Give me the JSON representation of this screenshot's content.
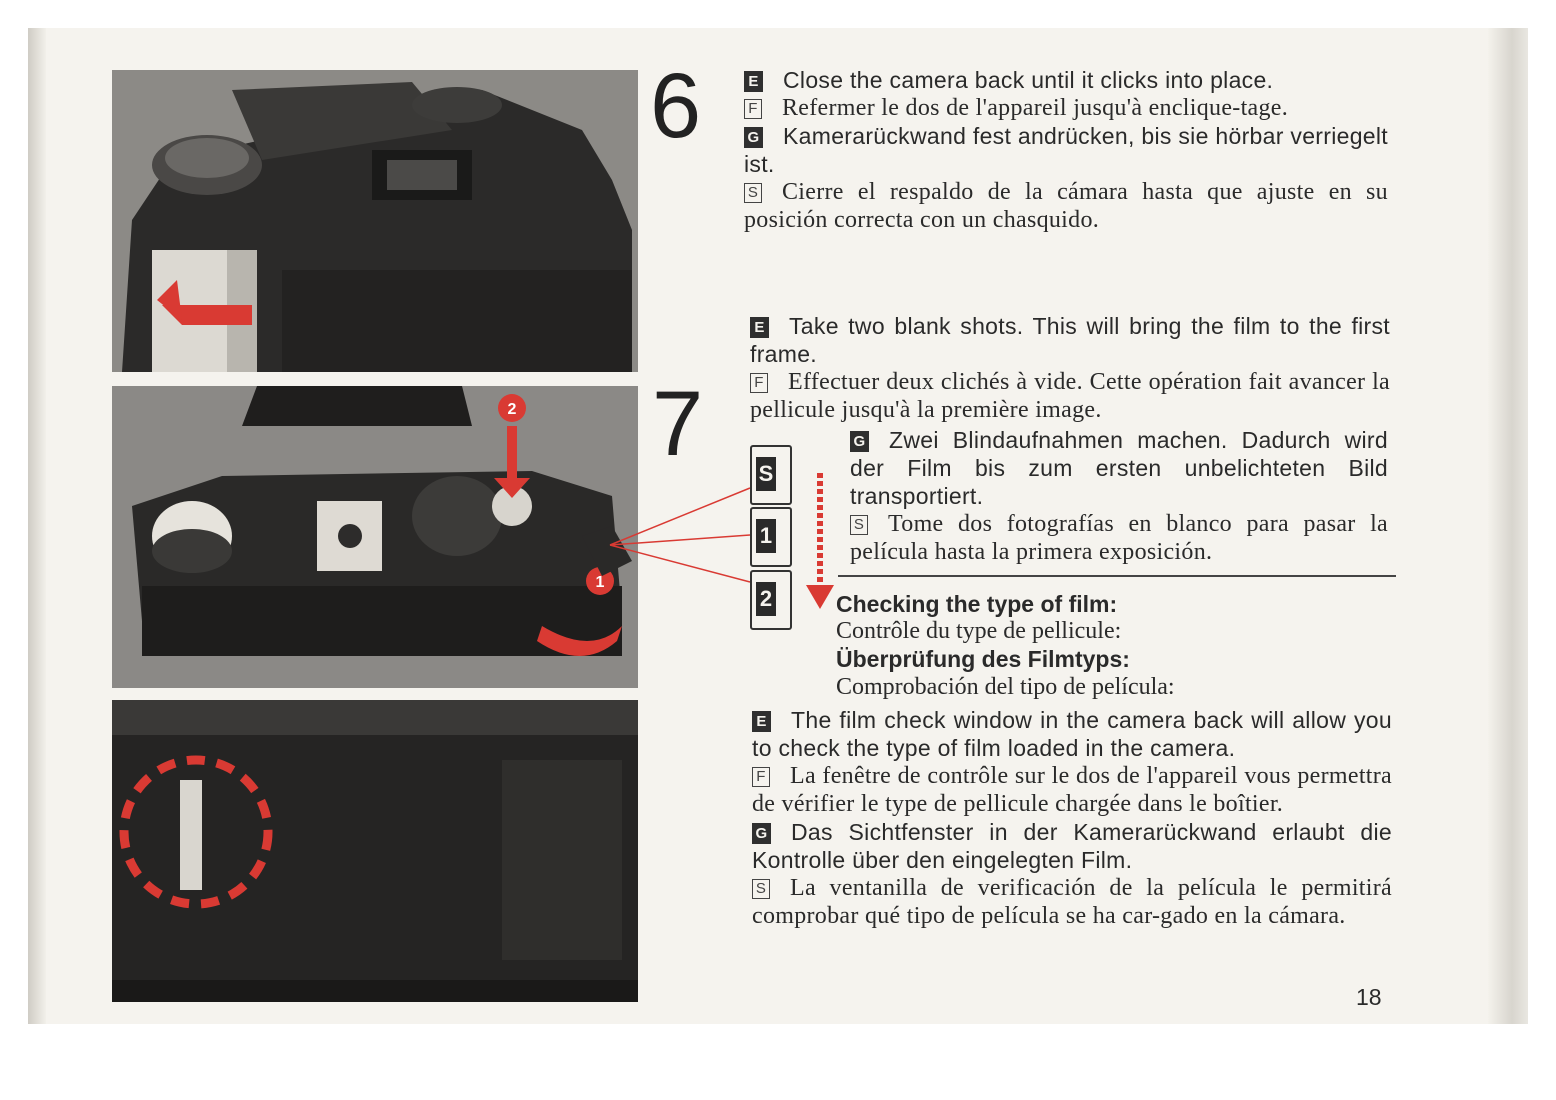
{
  "step6": {
    "number": "6",
    "e_label": "E",
    "e_text": "Close the camera back until it clicks into place.",
    "f_label": "F",
    "f_text": "Refermer le dos de l'appareil jusqu'à enclique-tage.",
    "g_label": "G",
    "g_text": "Kamerarückwand fest andrücken, bis sie hörbar verriegelt ist.",
    "s_label": "S",
    "s_text": "Cierre el respaldo de la cámara hasta que ajuste en su posición correcta con un chasquido."
  },
  "step7": {
    "number": "7",
    "e_label": "E",
    "e_text": "Take two blank shots. This will bring the film to the first frame.",
    "f_label": "F",
    "f_text": "Effectuer deux clichés à vide. Cette opération fait avancer la pellicule jusqu'à la première image.",
    "g_label": "G",
    "g_text": "Zwei Blindaufnahmen machen. Dadurch wird der Film bis zum ersten unbelichteten Bild transportiert.",
    "s_label": "S",
    "s_text": "Tome dos fotografías en blanco para pasar la película hasta la primera exposición.",
    "counter_s": "S",
    "counter_1": "1",
    "counter_2": "2",
    "badge_1": "1",
    "badge_2": "2"
  },
  "check": {
    "heading_e": "Checking the type of film:",
    "heading_f": "Contrôle du type de pellicule:",
    "heading_g": "Überprüfung des Filmtyps:",
    "heading_s": "Comprobación del tipo de película:",
    "e_label": "E",
    "e_text": "The film check window in the camera back will allow you to check the type of film loaded in the camera.",
    "f_label": "F",
    "f_text": "La fenêtre de contrôle sur le dos de l'appareil vous permettra de vérifier le type de pellicule chargée dans le boîtier.",
    "g_label": "G",
    "g_text": "Das Sichtfenster in der Kamerarückwand erlaubt die Kontrolle über den eingelegten Film.",
    "s_label": "S",
    "s_text": "La ventanilla de verificación de la película le permitirá comprobar qué tipo de película se ha car-gado en la cámara."
  },
  "page_number": "18",
  "colors": {
    "accent_red": "#d93a33",
    "ink": "#2a2a2a",
    "paper": "#f5f3ee"
  }
}
